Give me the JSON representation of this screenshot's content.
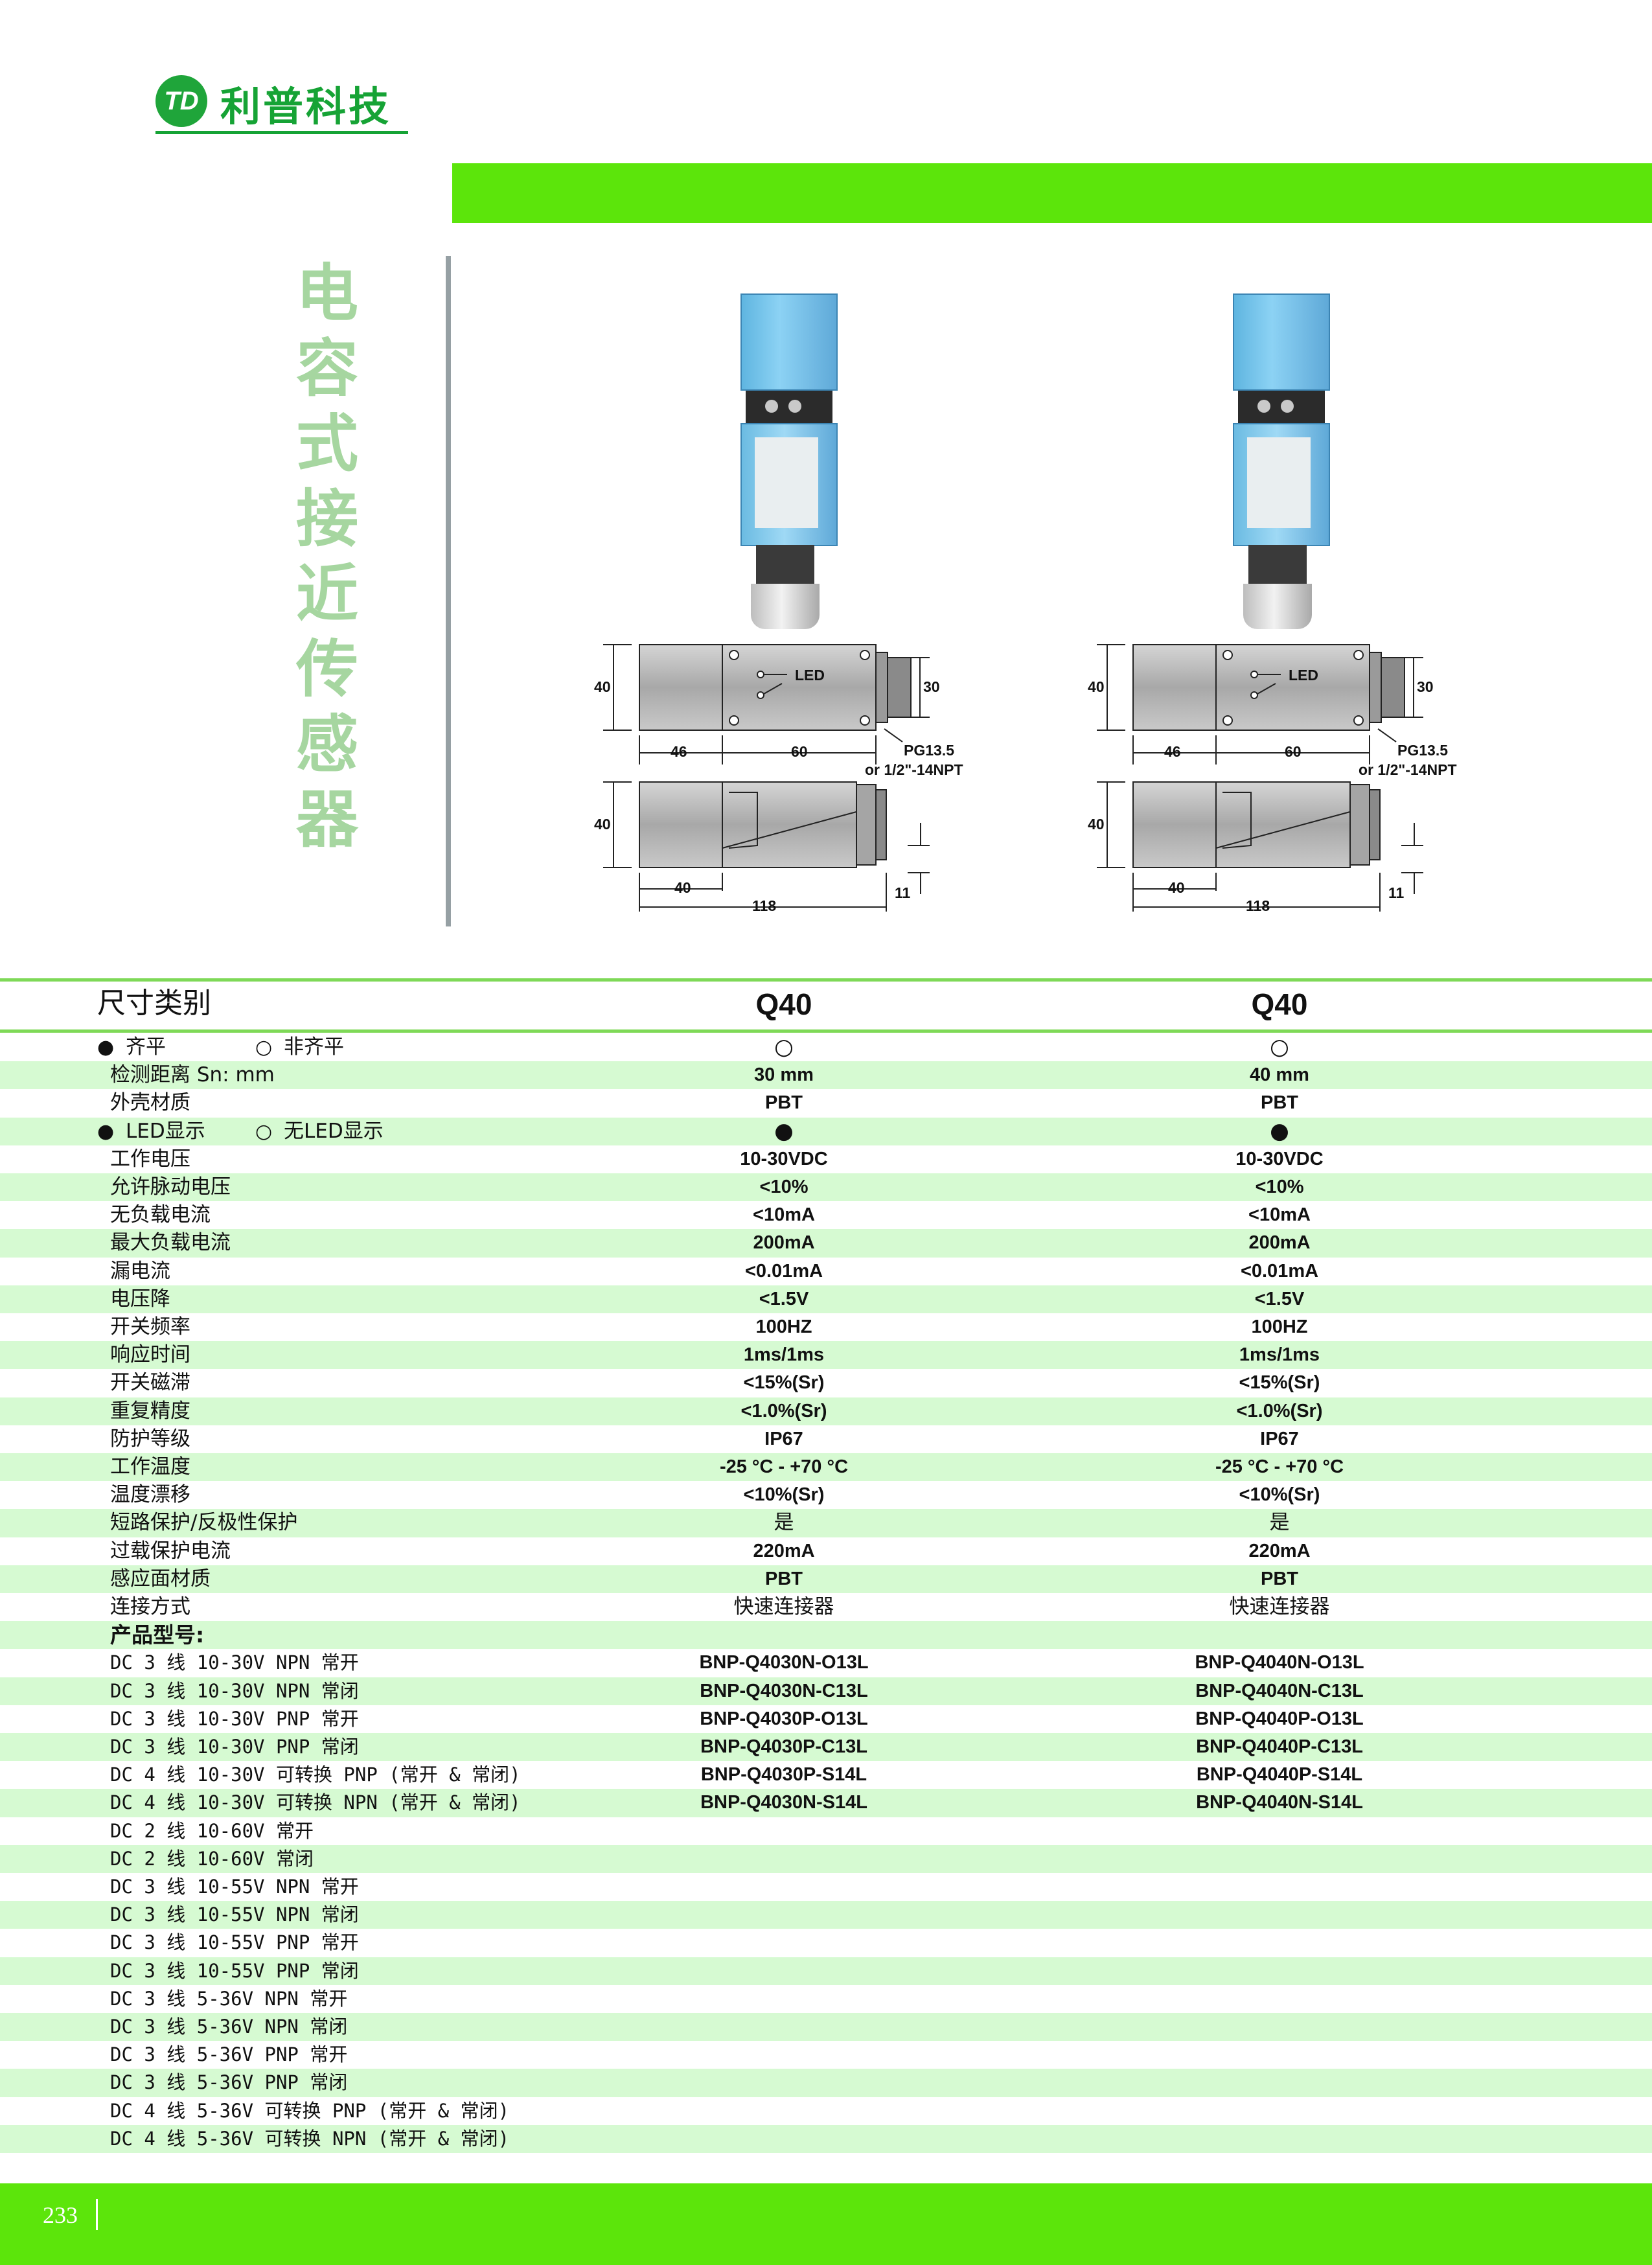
{
  "header": {
    "logo_mark": "TD",
    "company": "利普科技"
  },
  "side_title": [
    "电",
    "容",
    "式",
    "接",
    "近",
    "传",
    "感",
    "器"
  ],
  "products": [
    {
      "drawing": {
        "height_top": "40",
        "led": "LED",
        "cable_dia": "30",
        "len_a": "46",
        "len_b": "60",
        "thread": "PG13.5",
        "thread_alt": "or 1/2\"-14NPT",
        "height_side": "40",
        "side_a": "40",
        "side_total": "118",
        "side_tail": "11"
      }
    },
    {
      "drawing": {
        "height_top": "40",
        "led": "LED",
        "cable_dia": "30",
        "len_a": "46",
        "len_b": "60",
        "thread": "PG13.5",
        "thread_alt": "or 1/2\"-14NPT",
        "height_side": "40",
        "side_a": "40",
        "side_total": "118",
        "side_tail": "11"
      }
    }
  ],
  "table": {
    "size_label": "尺寸类别",
    "columns": [
      "Q40",
      "Q40"
    ],
    "mount_legend": {
      "filled": "●",
      "filled_text": "齐平",
      "hollow": "○",
      "hollow_text": "非齐平"
    },
    "mount_values": [
      "○",
      "○"
    ],
    "led_legend": {
      "filled": "●",
      "filled_text": "LED显示",
      "hollow": "○",
      "hollow_text": "无LED显示"
    },
    "led_values": [
      "●",
      "●"
    ],
    "specs": [
      {
        "label": "检测距离   Sn: mm",
        "values": [
          "30 mm",
          "40 mm"
        ]
      },
      {
        "label": "外壳材质",
        "values": [
          "PBT",
          "PBT"
        ]
      },
      {
        "label": "工作电压",
        "values": [
          "10-30VDC",
          "10-30VDC"
        ]
      },
      {
        "label": "允许脉动电压",
        "values": [
          "<10%",
          "<10%"
        ]
      },
      {
        "label": "无负载电流",
        "values": [
          "<10mA",
          "<10mA"
        ]
      },
      {
        "label": "最大负载电流",
        "values": [
          "200mA",
          "200mA"
        ]
      },
      {
        "label": "漏电流",
        "values": [
          "<0.01mA",
          "<0.01mA"
        ]
      },
      {
        "label": "电压降",
        "values": [
          "<1.5V",
          "<1.5V"
        ]
      },
      {
        "label": "开关频率",
        "values": [
          "100HZ",
          "100HZ"
        ]
      },
      {
        "label": "响应时间",
        "values": [
          "1ms/1ms",
          "1ms/1ms"
        ]
      },
      {
        "label": "开关磁滞",
        "values": [
          "<15%(Sr)",
          "<15%(Sr)"
        ]
      },
      {
        "label": "重复精度",
        "values": [
          "<1.0%(Sr)",
          "<1.0%(Sr)"
        ]
      },
      {
        "label": "防护等级",
        "values": [
          "IP67",
          "IP67"
        ]
      },
      {
        "label": "工作温度",
        "values": [
          "-25 °C - +70 °C",
          "-25 °C - +70 °C"
        ]
      },
      {
        "label": "温度漂移",
        "values": [
          "<10%(Sr)",
          "<10%(Sr)"
        ]
      },
      {
        "label": "短路保护/反极性保护",
        "values": [
          "是",
          "是"
        ]
      },
      {
        "label": "过载保护电流",
        "values": [
          "220mA",
          "220mA"
        ]
      },
      {
        "label": "感应面材质",
        "values": [
          "PBT",
          "PBT"
        ]
      },
      {
        "label": "连接方式",
        "values": [
          "快速连接器",
          "快速连接器"
        ]
      }
    ],
    "models_heading": "产品型号:",
    "models": [
      {
        "label": "DC 3 线 10-30V NPN 常开",
        "values": [
          "BNP-Q4030N-O13L",
          "BNP-Q4040N-O13L"
        ]
      },
      {
        "label": "DC 3 线 10-30V NPN 常闭",
        "values": [
          "BNP-Q4030N-C13L",
          "BNP-Q4040N-C13L"
        ]
      },
      {
        "label": "DC 3 线 10-30V PNP 常开",
        "values": [
          "BNP-Q4030P-O13L",
          "BNP-Q4040P-O13L"
        ]
      },
      {
        "label": "DC 3 线 10-30V PNP 常闭",
        "values": [
          "BNP-Q4030P-C13L",
          "BNP-Q4040P-C13L"
        ]
      },
      {
        "label": "DC 4 线 10-30V 可转换 PNP (常开 & 常闭)",
        "values": [
          "BNP-Q4030P-S14L",
          "BNP-Q4040P-S14L"
        ]
      },
      {
        "label": "DC 4 线 10-30V 可转换 NPN (常开 & 常闭)",
        "values": [
          "BNP-Q4030N-S14L",
          "BNP-Q4040N-S14L"
        ]
      },
      {
        "label": "DC 2 线 10-60V 常开",
        "values": [
          "",
          ""
        ]
      },
      {
        "label": "DC 2 线 10-60V 常闭",
        "values": [
          "",
          ""
        ]
      },
      {
        "label": "DC 3 线 10-55V NPN 常开",
        "values": [
          "",
          ""
        ]
      },
      {
        "label": "DC 3 线 10-55V NPN 常闭",
        "values": [
          "",
          ""
        ]
      },
      {
        "label": "DC 3 线 10-55V PNP 常开",
        "values": [
          "",
          ""
        ]
      },
      {
        "label": "DC 3 线 10-55V PNP 常闭",
        "values": [
          "",
          ""
        ]
      },
      {
        "label": "DC 3 线 5-36V  NPN 常开",
        "values": [
          "",
          ""
        ]
      },
      {
        "label": "DC 3 线 5-36V  NPN 常闭",
        "values": [
          "",
          ""
        ]
      },
      {
        "label": "DC 3 线 5-36V  PNP 常开",
        "values": [
          "",
          ""
        ]
      },
      {
        "label": "DC 3 线 5-36V  PNP 常闭",
        "values": [
          "",
          ""
        ]
      },
      {
        "label": "DC 4 线 5-36V 可转换 PNP (常开 & 常闭)",
        "values": [
          "",
          ""
        ]
      },
      {
        "label": "DC 4 线 5-36V 可转换 NPN (常开 & 常闭)",
        "values": [
          "",
          ""
        ]
      }
    ]
  },
  "footer": {
    "page_number": "233"
  },
  "colors": {
    "brand_green": "#16a335",
    "bar_green": "#5ce50b",
    "row_shade": "#d6fad2",
    "title_green": "#a6d6a0"
  }
}
